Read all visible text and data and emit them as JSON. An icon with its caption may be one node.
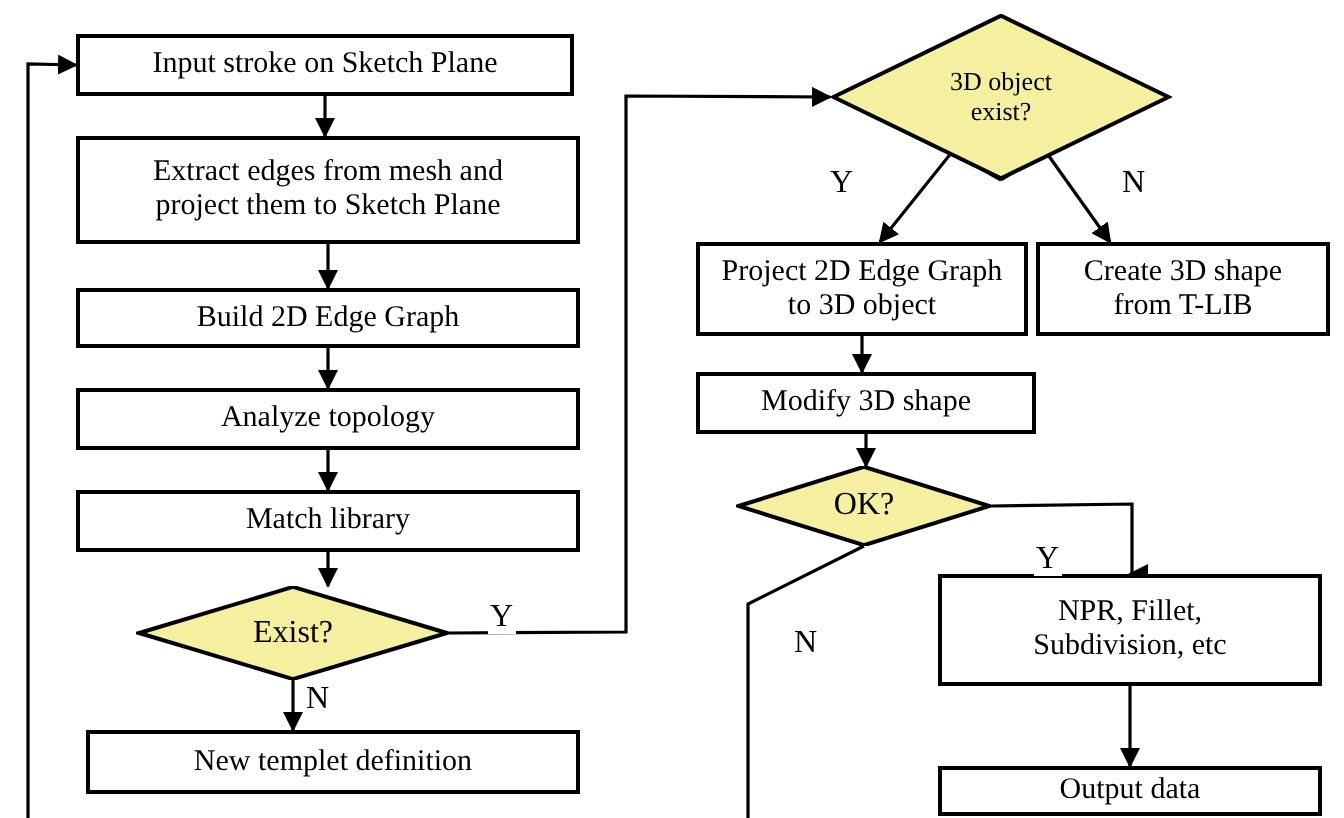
{
  "diagram": {
    "nodes": [
      {
        "text": [
          "Input stroke on Sketch Plane"
        ]
      },
      {
        "text": [
          "Extract edges from mesh and project them to Sketch Plane"
        ]
      },
      {
        "text": [
          "Build 2D Edge Graph"
        ]
      },
      {
        "text": [
          "Analyze topology"
        ]
      },
      {
        "text": [
          "Match library"
        ]
      },
      {
        "text": [
          "Exist?"
        ]
      },
      {
        "text": [
          "New templet definition"
        ]
      },
      {
        "text": [
          "3D object exist?"
        ]
      },
      {
        "text": [
          "Project 2D Edge Graph to 3D object"
        ]
      },
      {
        "text": [
          "Create 3D shape from T-LIB"
        ]
      },
      {
        "text": [
          "Modify 3D shape"
        ]
      },
      {
        "text": [
          "OK?"
        ]
      },
      {
        "text": [
          "NPR, Fillet, Subdivision, etc"
        ]
      },
      {
        "text": [
          "Output data"
        ]
      }
    ],
    "edges": [
      {
        "from": 0,
        "to": 1,
        "arrow": "to"
      },
      {
        "from": 1,
        "to": 2,
        "arrow": "to"
      },
      {
        "from": 2,
        "to": 3,
        "arrow": "to"
      },
      {
        "from": 3,
        "to": 4,
        "arrow": "to"
      },
      {
        "from": 4,
        "to": 5,
        "arrow": "to"
      },
      {
        "from": 5,
        "to": 6,
        "arrow": "to",
        "label": "N"
      },
      {
        "from": 5,
        "to": 7,
        "arrow": "to",
        "label": "Y"
      },
      {
        "from": 7,
        "to": 8,
        "arrow": "to",
        "label": "Y"
      },
      {
        "from": 7,
        "to": 9,
        "arrow": "to",
        "label": "N"
      },
      {
        "from": 8,
        "to": 10,
        "arrow": "to"
      },
      {
        "from": 10,
        "to": 11,
        "arrow": "to"
      },
      {
        "from": 11,
        "to": 12,
        "arrow": "to",
        "label": "Y"
      },
      {
        "from": 12,
        "to": 13,
        "arrow": "to"
      },
      {
        "from": 11,
        "to": null,
        "arrow": "none",
        "label": "N"
      },
      {
        "from": null,
        "to": 0,
        "arrow": "to"
      }
    ]
  }
}
